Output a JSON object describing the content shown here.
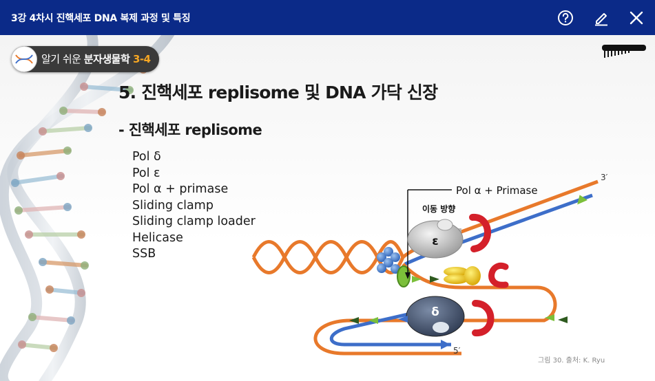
{
  "window": {
    "title": "3강 4차시 진핵세포 DNA 복제 과정 및 특징",
    "help_icon": "question-circle-icon",
    "edit_icon": "pencil-icon",
    "close_icon": "close-icon"
  },
  "course_badge": {
    "prefix": "알기 쉬운 ",
    "name": "분자생물학 ",
    "number": "3-4"
  },
  "slide": {
    "heading": "5. 진핵세포 replisome 및 DNA 가닥 신장",
    "subheading": "- 진핵세포 replisome",
    "components": [
      "Pol δ",
      "Pol ε",
      "Pol α + primase",
      "Sliding clamp",
      "Sliding clamp loader",
      "Helicase",
      "SSB"
    ]
  },
  "diagram": {
    "label_pol_alpha": "Pol α + Primase",
    "label_direction": "이동 방향",
    "label_3prime": "3′",
    "label_5prime": "5′",
    "label_epsilon": "ε",
    "label_delta": "δ",
    "colors": {
      "orange": "#e8792b",
      "blue": "#3d6ec9",
      "green": "#7bbf3a",
      "dark_green": "#2e5a1f",
      "red": "#d4202a",
      "yellow": "#f2c200"
    }
  },
  "caption": "그림 30. 출처: K. Ryu"
}
